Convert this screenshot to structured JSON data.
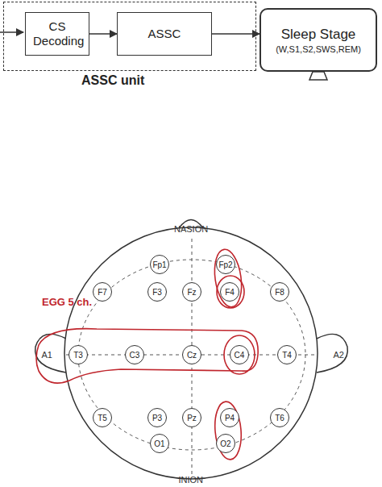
{
  "diagram": {
    "nodes": [
      {
        "text": [
          "ASSC unit"
        ]
      },
      {
        "text": [
          "CS Decoding"
        ],
        "in": 0
      },
      {
        "text": [
          "ASSC"
        ],
        "in": 0
      },
      {
        "text": [
          "Sleep Stage",
          "(W,S1,S2,SWS,REM)"
        ]
      },
      {
        "text": [
          "Fp1"
        ]
      },
      {
        "text": [
          "Fp2"
        ]
      },
      {
        "text": [
          "F7"
        ]
      },
      {
        "text": [
          "F3"
        ]
      },
      {
        "text": [
          "Fz"
        ]
      },
      {
        "text": [
          "F4"
        ]
      },
      {
        "text": [
          "F8"
        ]
      },
      {
        "text": [
          "T3"
        ]
      },
      {
        "text": [
          "C3"
        ]
      },
      {
        "text": [
          "Cz"
        ]
      },
      {
        "text": [
          "C4"
        ]
      },
      {
        "text": [
          "T4"
        ]
      },
      {
        "text": [
          "T5"
        ]
      },
      {
        "text": [
          "P3"
        ]
      },
      {
        "text": [
          "Pz"
        ]
      },
      {
        "text": [
          "P4"
        ]
      },
      {
        "text": [
          "T6"
        ]
      },
      {
        "text": [
          "O1"
        ]
      },
      {
        "text": [
          "O2"
        ]
      }
    ],
    "edges": [
      {
        "from": 1,
        "to": 2,
        "arrow": "to"
      },
      {
        "from": 2,
        "to": 3,
        "arrow": "to"
      }
    ],
    "labels": [
      "NASION",
      "INION",
      "EGG 5 ch.",
      "A1",
      "A2"
    ]
  }
}
